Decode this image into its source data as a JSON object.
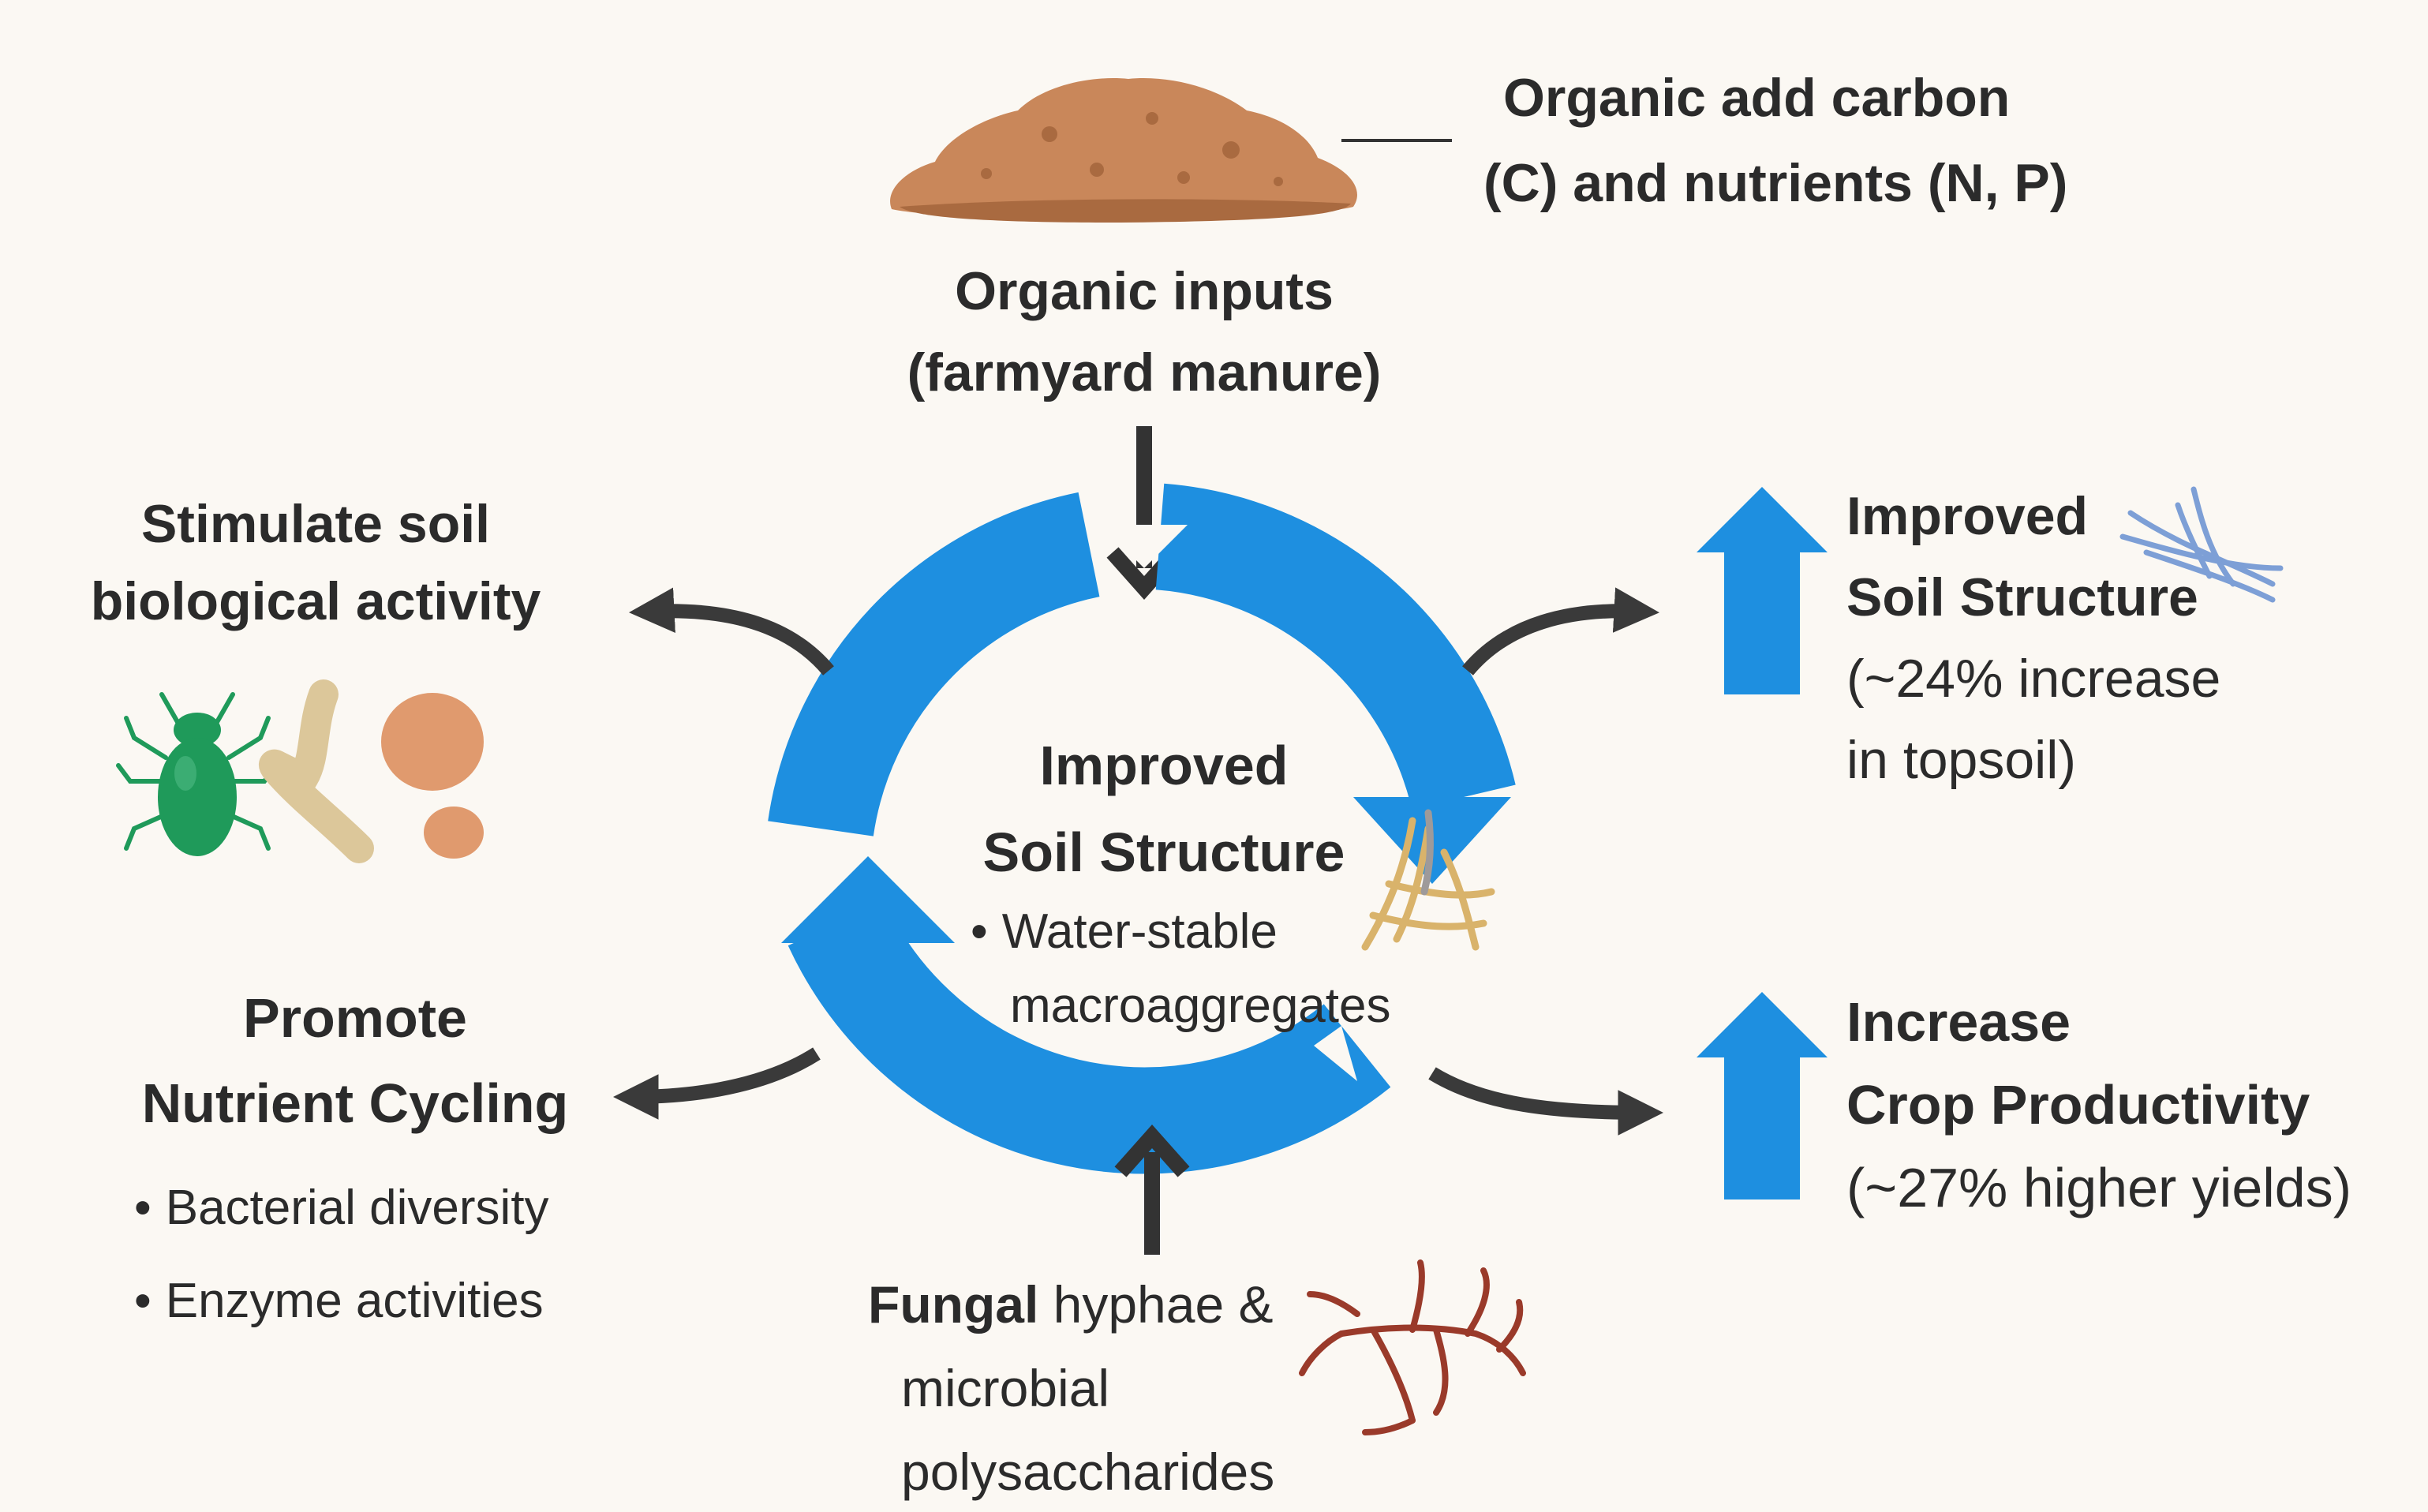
{
  "top": {
    "title_line1": "Organic inputs",
    "title_line2": "(farmyard manure)",
    "note_line1": "Organic add carbon",
    "note_line2": "(C) and nutrients (N, P)"
  },
  "center": {
    "title_line1": "Improved",
    "title_line2": "Soil Structure",
    "bullet_line1": "Water-stable",
    "bullet_line2": "macroaggregates"
  },
  "left_top": {
    "line1": "Stimulate soil",
    "line2": "biological activity"
  },
  "left_bottom": {
    "title_line1": "Promote",
    "title_line2": "Nutrient Cycling",
    "bullets": [
      "Bacterial diversity",
      "Enzyme activities"
    ]
  },
  "right_top": {
    "line1": "Improved",
    "line2": "Soil Structure",
    "line3": "(~24% increase",
    "line4": "in topsoil)"
  },
  "right_bottom": {
    "line1": "Increase",
    "line2": "Crop Productivity",
    "line3": "(~27% higher yields)"
  },
  "bottom": {
    "bold_word": "Fungal",
    "line1_rest": " hyphae &",
    "line2": "microbial",
    "line3": "polysaccharides"
  },
  "colors": {
    "cycle_blue": "#1e8fe0",
    "arrow_dark": "#3a3a3a",
    "manure_brown": "#c9875a",
    "mite_green": "#1f9a5a",
    "worm_tan": "#dcc79a",
    "orange_blob": "#e09a6e",
    "hyphae_red": "#9a3a2a"
  },
  "icons": [
    "manure-pile-icon",
    "mite-icon",
    "worm-icon",
    "microbe-blob-icon",
    "root-fibers-icon",
    "fungal-hyphae-icon",
    "up-arrow-icon"
  ]
}
